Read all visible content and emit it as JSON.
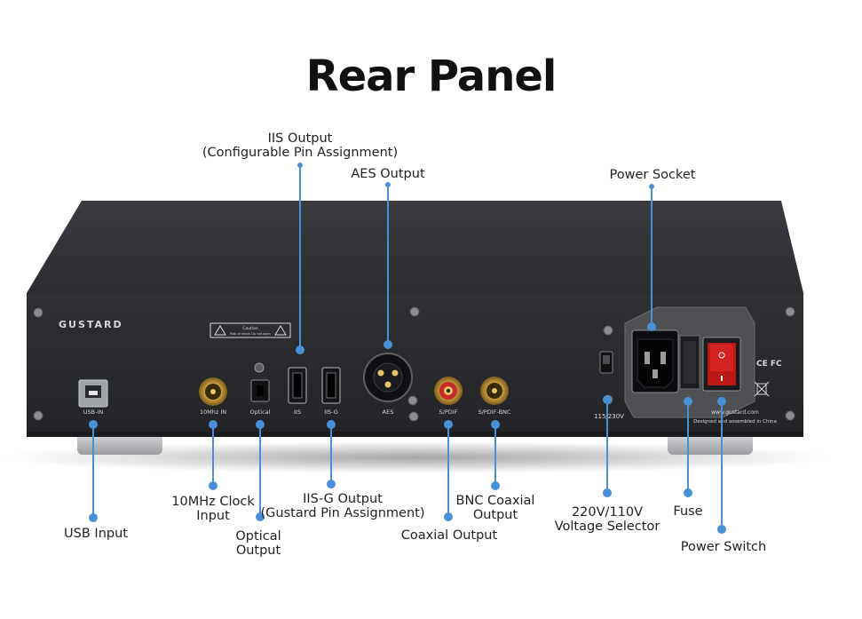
{
  "title": "Rear Panel",
  "brand": "GUSTARD",
  "caution": {
    "heading": "Caution",
    "text": "Risk of shock Do not open"
  },
  "panel_labels": {
    "usb": "USB-IN",
    "clock": "10Mhz IN",
    "optical": "Optical",
    "iis": "IIS",
    "iisg": "IIS-G",
    "aes": "AES",
    "spdif": "S/PDIF",
    "spdif_bnc": "S/PDIF-BNC",
    "voltage": "115/230V",
    "website": "www.gustard.com",
    "made_in": "Designed and assembled in China",
    "cert": "CE FC"
  },
  "callouts": {
    "iis_output": {
      "line1": "IIS Output",
      "line2": "(Configurable Pin Assignment)"
    },
    "aes_output": {
      "line1": "AES Output"
    },
    "power_socket": {
      "line1": "Power Socket"
    },
    "clock_input": {
      "line1": "10MHz Clock",
      "line2": "Input"
    },
    "iisg_output": {
      "line1": "IIS-G Output",
      "line2": "(Gustard Pin Assignment)"
    },
    "bnc_output": {
      "line1": "BNC Coaxial",
      "line2": "Output"
    },
    "usb_input": {
      "line1": "USB Input"
    },
    "optical_output": {
      "line1": "Optical",
      "line2": "Output"
    },
    "coaxial_output": {
      "line1": "Coaxial Output"
    },
    "voltage_selector": {
      "line1": "220V/110V",
      "line2": "Voltage Selector"
    },
    "fuse": {
      "line1": "Fuse"
    },
    "power_switch": {
      "line1": "Power Switch"
    }
  },
  "colors": {
    "accent": "#4a90d9",
    "chassis": "#2b2d31",
    "text": "#222222"
  }
}
